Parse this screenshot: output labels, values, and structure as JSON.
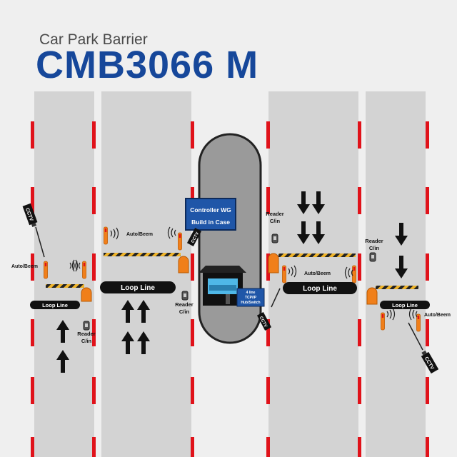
{
  "header": {
    "subtitle": "Car Park Barrier",
    "title": "CMB3066 M"
  },
  "labels": {
    "loop_line": "Loop Line",
    "auto_beem": "Auto/Beem",
    "reader": "Reader",
    "reader_sub": "C/in",
    "cctv": "CCTV",
    "controller_line1": "Controller WG",
    "controller_line2": "Build in Case",
    "network_line1": "4 line",
    "network_line2": "TCP/IP",
    "network_line3": "Hub/Switch"
  },
  "colors": {
    "lane": "#d3d3d3",
    "background": "#efefef",
    "curb_red": "#e0121a",
    "barrier_orange": "#f07f1a",
    "controller_blue": "#1f56a8",
    "title_blue": "#16479a",
    "arm_yellow": "#f0b429"
  },
  "icons": [
    "arrow-up-icon",
    "arrow-down-icon",
    "signal-wave-icon",
    "cctv-camera-icon",
    "booth-icon",
    "barrier-gate-icon"
  ]
}
